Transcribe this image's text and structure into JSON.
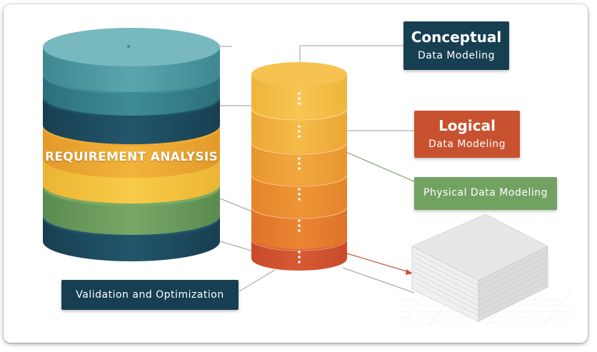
{
  "diagram": {
    "main_cylinder_label": "REQUIREMENT ANALYSIS",
    "conceptual": {
      "title": "Conceptual",
      "subtitle": "Data Modeling"
    },
    "logical": {
      "title": "Logical",
      "subtitle": "Data Modeling"
    },
    "physical": {
      "label": "Physical Data Modeling"
    },
    "validation": {
      "label": "Validation and Optimization"
    }
  },
  "colors": {
    "teal": "#5ba4ad",
    "navy": "#173f52",
    "gold": "#f0b132",
    "green": "#6e9e5a",
    "orange": "#e8812e",
    "red": "#c8512f",
    "physical_green": "#72a262"
  },
  "icons": [
    "main-cylinder-stack",
    "layered-cylinder-stack",
    "paper-stack-block",
    "connector-lines",
    "dot-markers"
  ]
}
